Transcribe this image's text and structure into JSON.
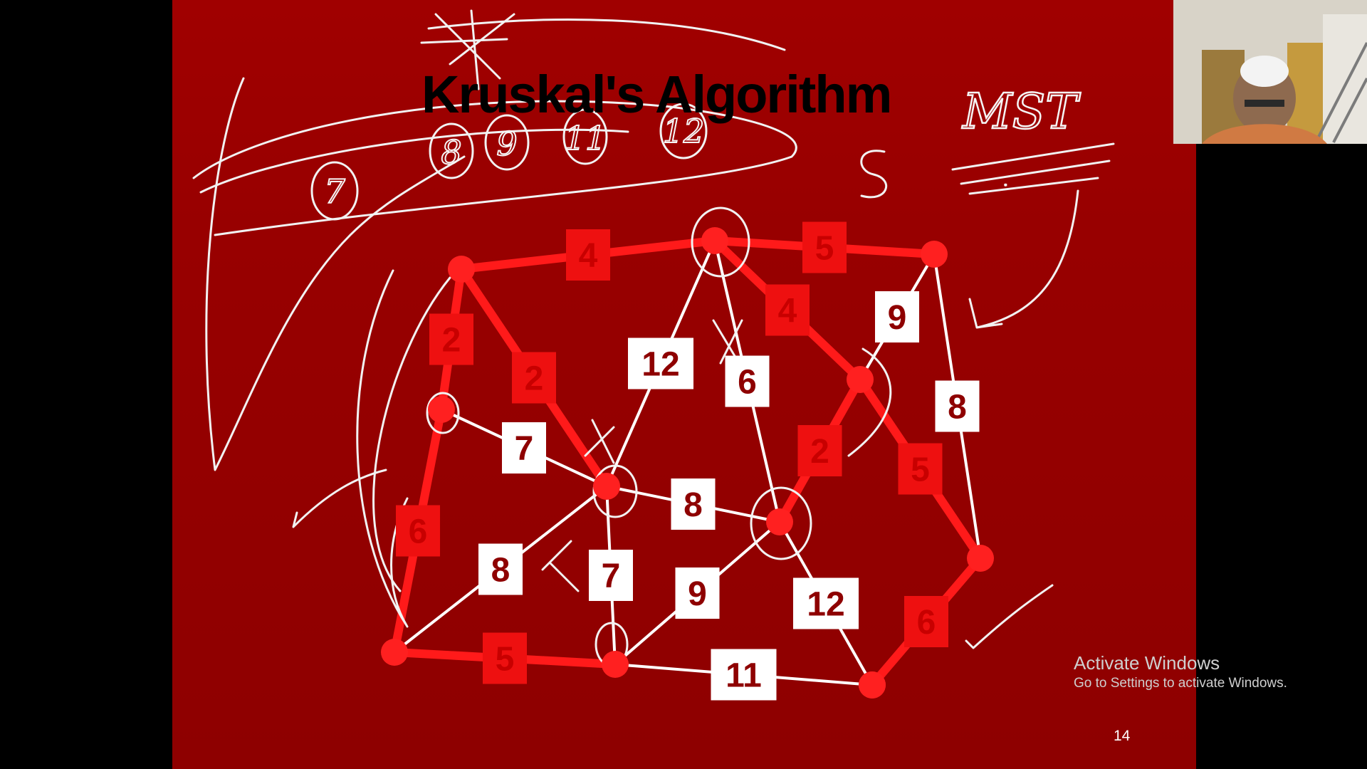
{
  "slide": {
    "title": "Kruskal's Algorithm",
    "page_number": "14",
    "colors": {
      "background": "#8e0000",
      "mst_edge": "#ff1a1a",
      "plain_edge": "#ffffff",
      "node": "#ff2020"
    }
  },
  "graph": {
    "nodes": [
      {
        "id": "A"
      },
      {
        "id": "B"
      },
      {
        "id": "C"
      },
      {
        "id": "D"
      },
      {
        "id": "E"
      },
      {
        "id": "F"
      },
      {
        "id": "G"
      },
      {
        "id": "H"
      },
      {
        "id": "I"
      },
      {
        "id": "J"
      },
      {
        "id": "K"
      },
      {
        "id": "L"
      }
    ],
    "edges": [
      {
        "from": "A",
        "to": "B",
        "weight": "4",
        "mst": true
      },
      {
        "from": "B",
        "to": "C",
        "weight": "5",
        "mst": true
      },
      {
        "from": "A",
        "to": "D",
        "weight": "2",
        "mst": true
      },
      {
        "from": "A",
        "to": "E",
        "weight": "2",
        "mst": true
      },
      {
        "from": "D",
        "to": "I",
        "weight": "6",
        "mst": true
      },
      {
        "from": "I",
        "to": "J",
        "weight": "5",
        "mst": true
      },
      {
        "from": "B",
        "to": "F",
        "weight": "4",
        "mst": true
      },
      {
        "from": "F",
        "to": "G",
        "weight": "2",
        "mst": true
      },
      {
        "from": "F",
        "to": "H",
        "weight": "5",
        "mst": true
      },
      {
        "from": "H",
        "to": "K",
        "weight": "6",
        "mst": true
      },
      {
        "from": "D",
        "to": "E",
        "weight": "7",
        "mst": false
      },
      {
        "from": "E",
        "to": "B",
        "weight": "12",
        "mst": false
      },
      {
        "from": "B",
        "to": "G",
        "weight": "6",
        "mst": false
      },
      {
        "from": "F",
        "to": "C",
        "weight": "9",
        "mst": false
      },
      {
        "from": "C",
        "to": "H",
        "weight": "8",
        "mst": false
      },
      {
        "from": "E",
        "to": "G",
        "weight": "8",
        "mst": false
      },
      {
        "from": "E",
        "to": "I",
        "weight": "8",
        "mst": false
      },
      {
        "from": "E",
        "to": "J",
        "weight": "7",
        "mst": false
      },
      {
        "from": "G",
        "to": "J",
        "weight": "9",
        "mst": false
      },
      {
        "from": "G",
        "to": "K",
        "weight": "12",
        "mst": false
      },
      {
        "from": "J",
        "to": "K",
        "weight": "11",
        "mst": false
      }
    ]
  },
  "annotations": {
    "handwritten_heading": "MST",
    "handwritten_list": [
      "7",
      "8",
      "9",
      "11",
      "12"
    ],
    "handwritten_s": "S"
  },
  "watermark": {
    "title": "Activate Windows",
    "subtitle": "Go to Settings to activate Windows."
  },
  "webcam": {
    "icon": "presenter-video"
  }
}
